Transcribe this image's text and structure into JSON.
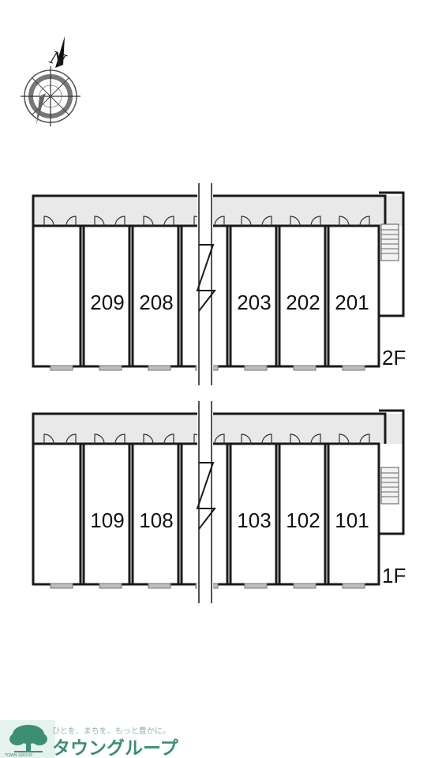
{
  "compass": {
    "north_label": "N"
  },
  "floors": [
    {
      "label": "2F",
      "rooms": [
        "209",
        "208",
        "203",
        "202",
        "201"
      ]
    },
    {
      "label": "1F",
      "rooms": [
        "109",
        "108",
        "103",
        "102",
        "101"
      ]
    }
  ],
  "logo": {
    "tagline": "ひとを、まちを、もっと豊かに。",
    "name": "タウングループ",
    "sub": "TOWN GROUP"
  },
  "colors": {
    "wall": "#1a1a1a",
    "corridor": "#e9e9e9",
    "window": "#bdbdbd",
    "logo_green": "#3c8f72"
  }
}
